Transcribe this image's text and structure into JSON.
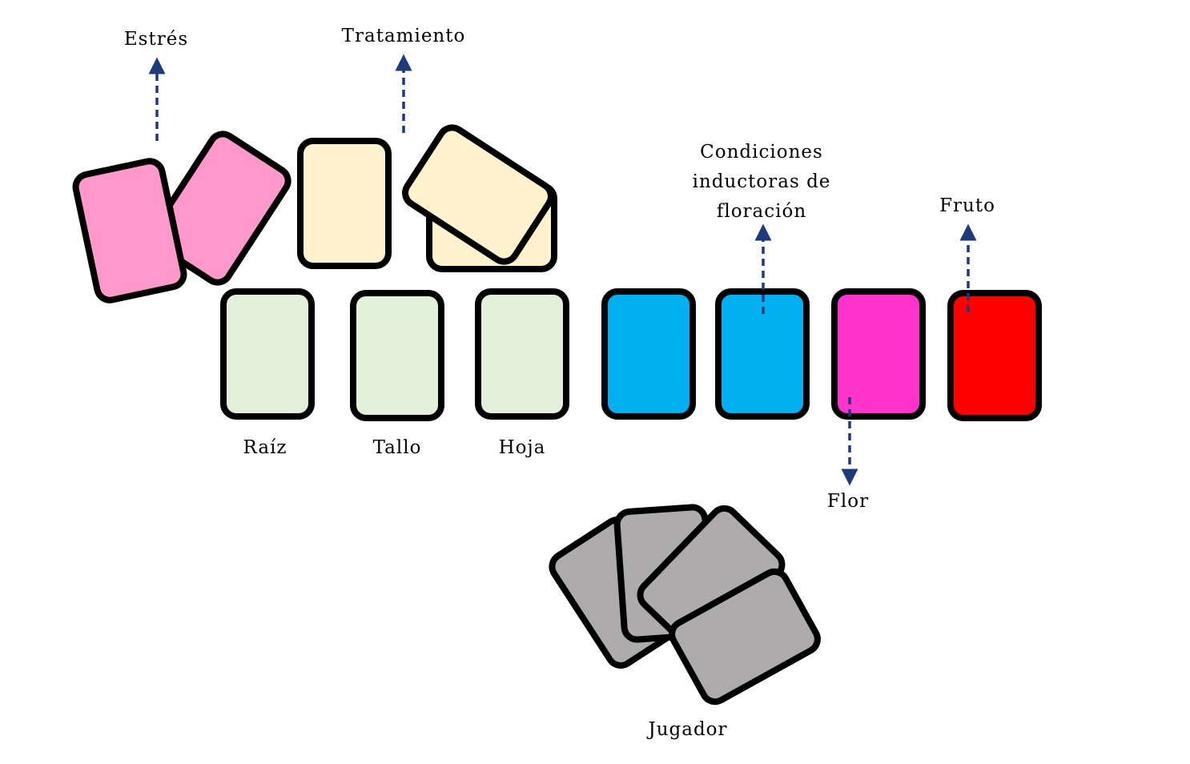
{
  "labels": {
    "estres": "Estrés",
    "tratamiento": "Tratamiento",
    "condiciones_line1": "Condiciones",
    "condiciones_line2": "inductoras de",
    "condiciones_line3": "floración",
    "fruto": "Fruto",
    "raiz": "Raíz",
    "tallo": "Tallo",
    "hoja": "Hoja",
    "flor": "Flor",
    "jugador": "Jugador"
  },
  "colors": {
    "estres_card": "#FF99CC",
    "tratamiento_card": "#FFF2CC",
    "green_card": "#E2EFD9",
    "blue_card": "#00B0F0",
    "flor_card": "#FF33CC",
    "fruto_card": "#FF0000",
    "jugador_card": "#ADABAB",
    "arrow": "#1F3A7A",
    "card_border": "#000000"
  }
}
